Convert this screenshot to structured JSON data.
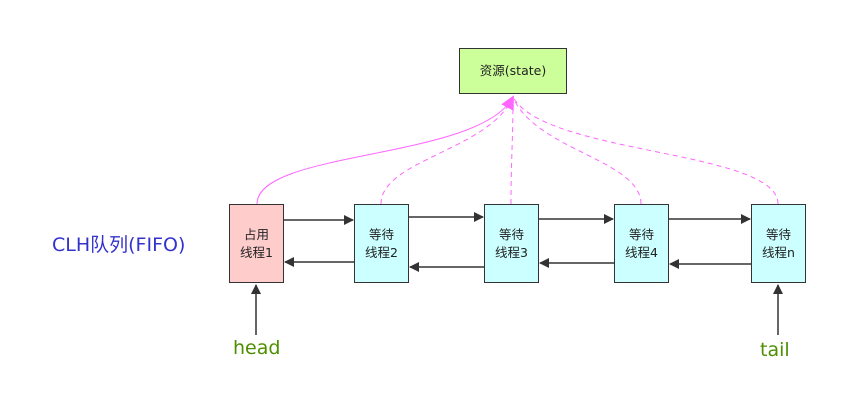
{
  "resource": {
    "label": "资源(state)"
  },
  "queue_label": "CLH队列(FIFO)",
  "nodes": [
    {
      "line1": "占用",
      "line2": "线程1"
    },
    {
      "line1": "等待",
      "line2": "线程2"
    },
    {
      "line1": "等待",
      "line2": "线程3"
    },
    {
      "line1": "等待",
      "line2": "线程4"
    },
    {
      "line1": "等待",
      "line2": "线程n"
    }
  ],
  "pointers": {
    "head": "head",
    "tail": "tail"
  },
  "colors": {
    "owner_fill": "#ffcccc",
    "waiter_fill": "#ccffff",
    "resource_fill": "#ccff99",
    "link_arrow": "#333333",
    "resource_link": "#ff66ff",
    "queue_text": "#3333cc",
    "pointer_text": "#4d8f00"
  }
}
